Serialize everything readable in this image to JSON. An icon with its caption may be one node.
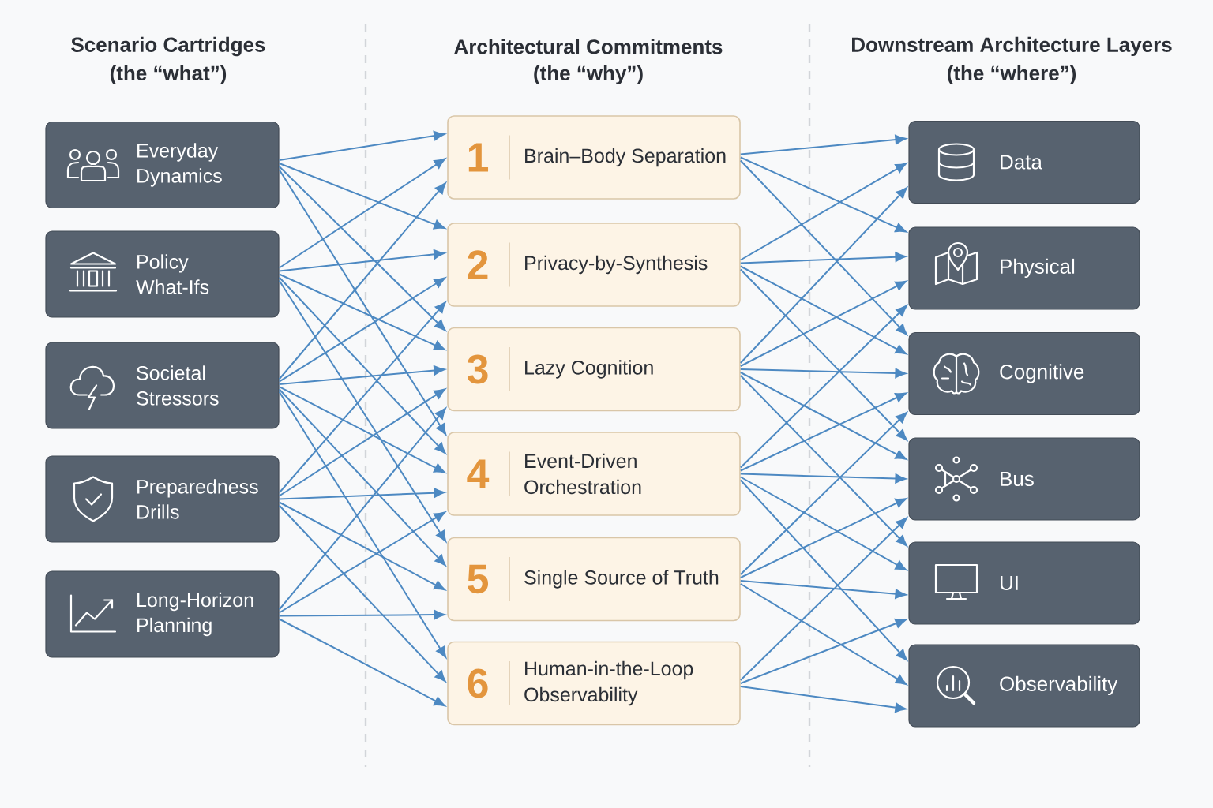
{
  "diagram": {
    "nodes": [
      {
        "text": [
          "Everyday Dynamics"
        ]
      },
      {
        "text": [
          "Policy What-Ifs"
        ]
      },
      {
        "text": [
          "Societal Stressors"
        ]
      },
      {
        "text": [
          "Preparedness Drills"
        ]
      },
      {
        "text": [
          "Long-Horizon Planning"
        ]
      },
      {
        "text": [
          "1",
          "Brain–Body Separation"
        ]
      },
      {
        "text": [
          "2",
          "Privacy-by-Synthesis"
        ]
      },
      {
        "text": [
          "3",
          "Lazy Cognition"
        ]
      },
      {
        "text": [
          "4",
          "Event-Driven Orchestration"
        ]
      },
      {
        "text": [
          "5",
          "Single Source of Truth"
        ]
      },
      {
        "text": [
          "6",
          "Human-in-the-Loop Observability"
        ]
      },
      {
        "text": [
          "Data"
        ]
      },
      {
        "text": [
          "Physical"
        ]
      },
      {
        "text": [
          "Cognitive"
        ]
      },
      {
        "text": [
          "Bus"
        ]
      },
      {
        "text": [
          "UI"
        ]
      },
      {
        "text": [
          "Observability"
        ]
      }
    ],
    "edges": [
      {
        "from": 0,
        "to": 5,
        "arrow": "to"
      },
      {
        "from": 0,
        "to": 6,
        "arrow": "to"
      },
      {
        "from": 0,
        "to": 7,
        "arrow": "to"
      },
      {
        "from": 0,
        "to": 8,
        "arrow": "to"
      },
      {
        "from": 1,
        "to": 5,
        "arrow": "to"
      },
      {
        "from": 1,
        "to": 6,
        "arrow": "to"
      },
      {
        "from": 1,
        "to": 7,
        "arrow": "to"
      },
      {
        "from": 1,
        "to": 8,
        "arrow": "to"
      },
      {
        "from": 1,
        "to": 9,
        "arrow": "to"
      },
      {
        "from": 2,
        "to": 5,
        "arrow": "to"
      },
      {
        "from": 2,
        "to": 6,
        "arrow": "to"
      },
      {
        "from": 2,
        "to": 7,
        "arrow": "to"
      },
      {
        "from": 2,
        "to": 8,
        "arrow": "to"
      },
      {
        "from": 2,
        "to": 9,
        "arrow": "to"
      },
      {
        "from": 2,
        "to": 10,
        "arrow": "to"
      },
      {
        "from": 3,
        "to": 6,
        "arrow": "to"
      },
      {
        "from": 3,
        "to": 7,
        "arrow": "to"
      },
      {
        "from": 3,
        "to": 8,
        "arrow": "to"
      },
      {
        "from": 3,
        "to": 9,
        "arrow": "to"
      },
      {
        "from": 3,
        "to": 10,
        "arrow": "to"
      },
      {
        "from": 4,
        "to": 7,
        "arrow": "to"
      },
      {
        "from": 4,
        "to": 8,
        "arrow": "to"
      },
      {
        "from": 4,
        "to": 9,
        "arrow": "to"
      },
      {
        "from": 4,
        "to": 10,
        "arrow": "to"
      },
      {
        "from": 5,
        "to": 11,
        "arrow": "to"
      },
      {
        "from": 5,
        "to": 12,
        "arrow": "to"
      },
      {
        "from": 5,
        "to": 13,
        "arrow": "to"
      },
      {
        "from": 6,
        "to": 11,
        "arrow": "to"
      },
      {
        "from": 6,
        "to": 12,
        "arrow": "to"
      },
      {
        "from": 6,
        "to": 13,
        "arrow": "to"
      },
      {
        "from": 6,
        "to": 14,
        "arrow": "to"
      },
      {
        "from": 7,
        "to": 11,
        "arrow": "to"
      },
      {
        "from": 7,
        "to": 12,
        "arrow": "to"
      },
      {
        "from": 7,
        "to": 13,
        "arrow": "to"
      },
      {
        "from": 7,
        "to": 14,
        "arrow": "to"
      },
      {
        "from": 7,
        "to": 15,
        "arrow": "to"
      },
      {
        "from": 8,
        "to": 12,
        "arrow": "to"
      },
      {
        "from": 8,
        "to": 13,
        "arrow": "to"
      },
      {
        "from": 8,
        "to": 14,
        "arrow": "to"
      },
      {
        "from": 8,
        "to": 15,
        "arrow": "to"
      },
      {
        "from": 8,
        "to": 16,
        "arrow": "to"
      },
      {
        "from": 9,
        "to": 13,
        "arrow": "to"
      },
      {
        "from": 9,
        "to": 14,
        "arrow": "to"
      },
      {
        "from": 9,
        "to": 15,
        "arrow": "to"
      },
      {
        "from": 9,
        "to": 16,
        "arrow": "to"
      },
      {
        "from": 10,
        "to": 14,
        "arrow": "to"
      },
      {
        "from": 10,
        "to": 15,
        "arrow": "to"
      },
      {
        "from": 10,
        "to": 16,
        "arrow": "to"
      }
    ],
    "labels": [
      "Scenario Cartridges",
      "(the “what”)",
      "Architectural Commitments",
      "(the “why”)",
      "Downstream Architecture Layers",
      "(the “where”)"
    ]
  }
}
